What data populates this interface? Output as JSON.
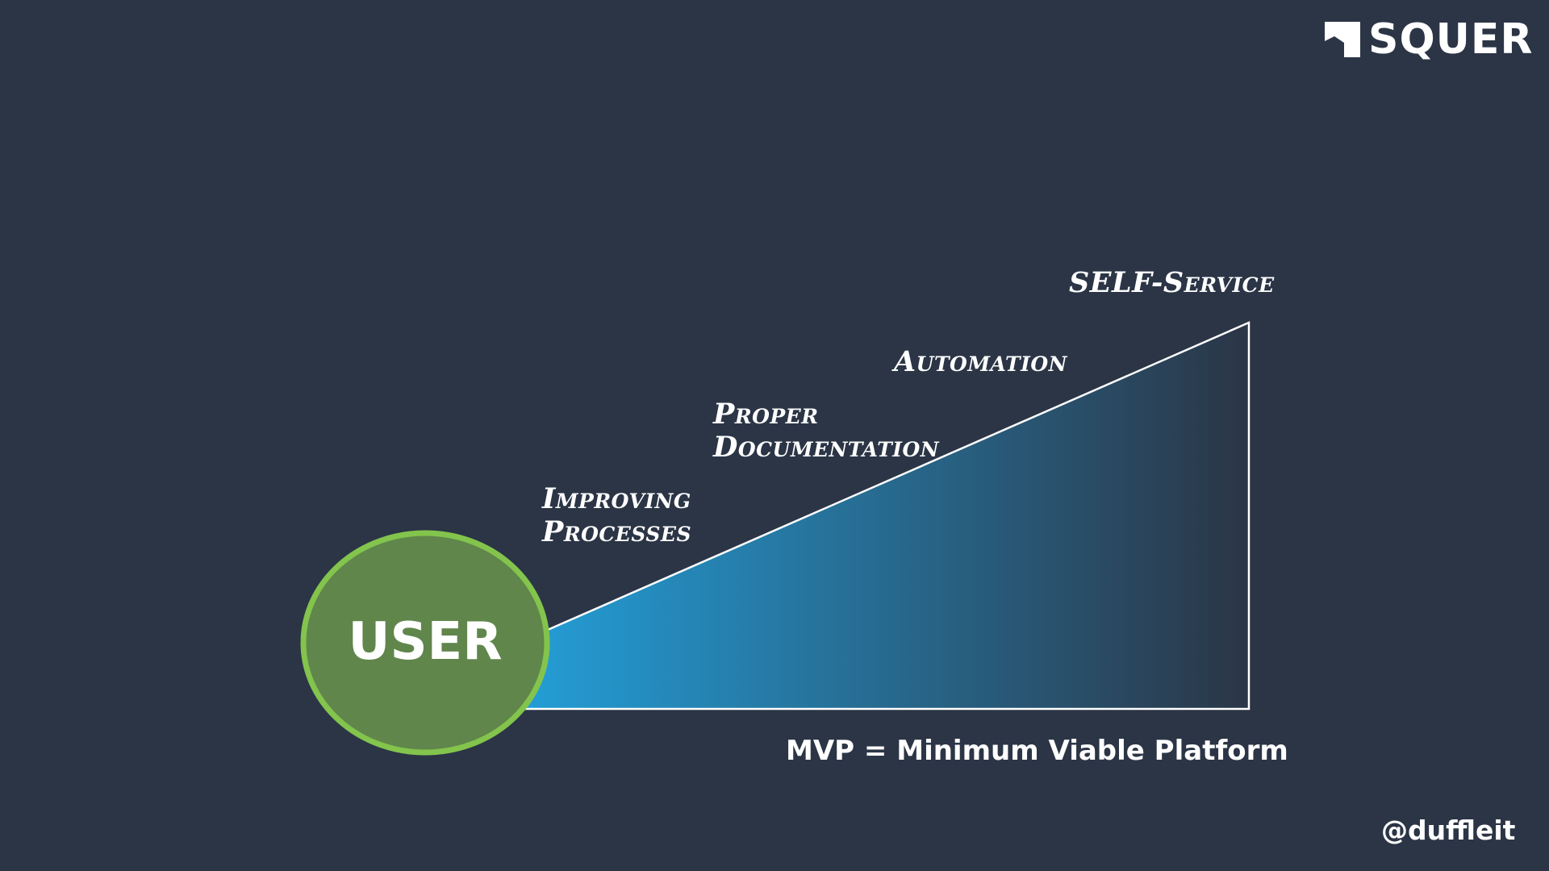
{
  "logo": {
    "text": "SQUER",
    "mark_icon": "squer-logo-mark-icon"
  },
  "diagram": {
    "user_label": "USER",
    "stages": [
      {
        "lines": [
          "Improving",
          "Processes"
        ]
      },
      {
        "lines": [
          "Proper",
          "Documentation"
        ]
      },
      {
        "lines": [
          "Automation"
        ]
      },
      {
        "lines": [
          "SELF-Service"
        ]
      }
    ],
    "caption": "MVP = Minimum Viable Platform"
  },
  "footer": {
    "handle": "@duffleit"
  },
  "colors": {
    "background": "#2b3546",
    "user_fill": "#60864c",
    "user_border": "#83c44c",
    "wedge_start": "#239fd8",
    "wedge_end": "#2b3546",
    "wedge_outline": "#ffffff"
  }
}
